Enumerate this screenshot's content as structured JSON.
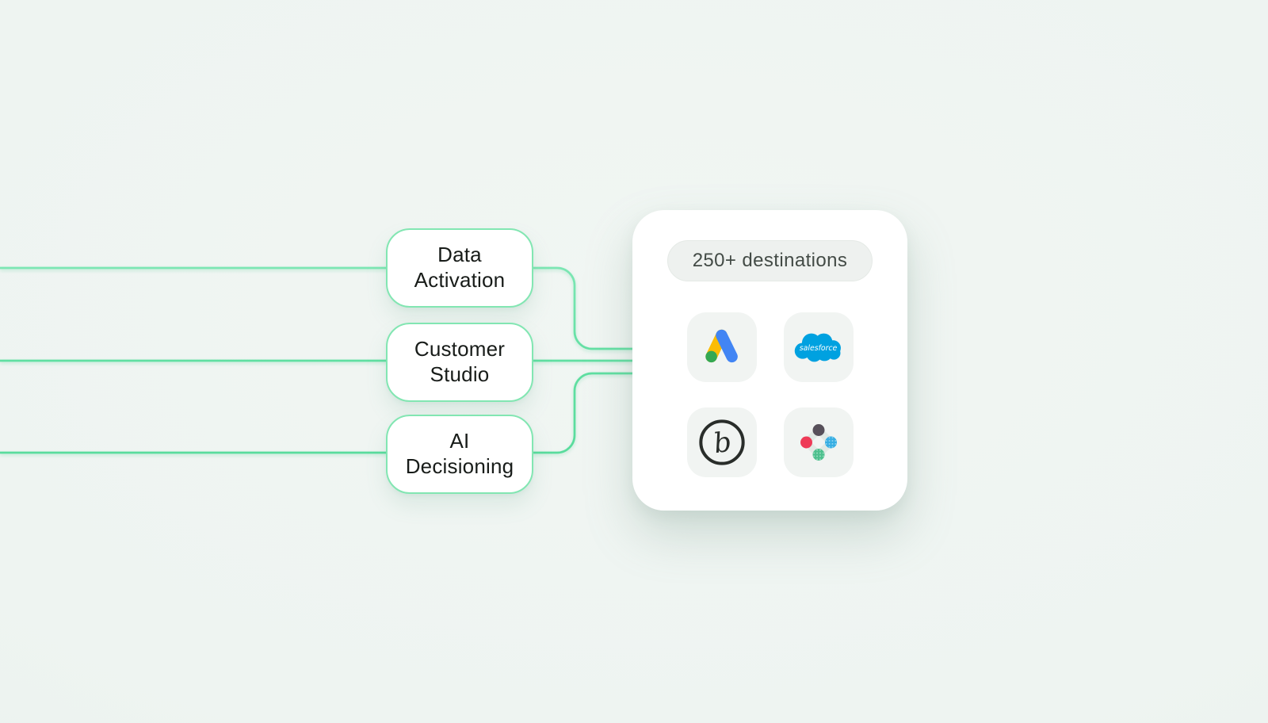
{
  "page": {
    "background_color": "#eef4f1",
    "accent_line_color": "#5fdfa1",
    "node_border_color": "#82e6b2"
  },
  "nodes": [
    {
      "label": "Data\nActivation"
    },
    {
      "label": "Customer\nStudio"
    },
    {
      "label": "AI\nDecisioning"
    }
  ],
  "card": {
    "badge_label": "250+ destinations",
    "badge_bg": "#eef1ef",
    "logos": [
      {
        "name": "google-ads",
        "colors": [
          "#FBBC04",
          "#4285F4",
          "#34A853"
        ]
      },
      {
        "name": "salesforce",
        "wordmark": "salesforce",
        "color": "#00A1E0"
      },
      {
        "name": "braze",
        "letter": "b",
        "color": "#292D2A"
      },
      {
        "name": "iterable",
        "colors": [
          "#57505A",
          "#EE3A57",
          "#36AEE3",
          "#4CC08D"
        ],
        "band_color": "#E1E9E4"
      }
    ]
  }
}
